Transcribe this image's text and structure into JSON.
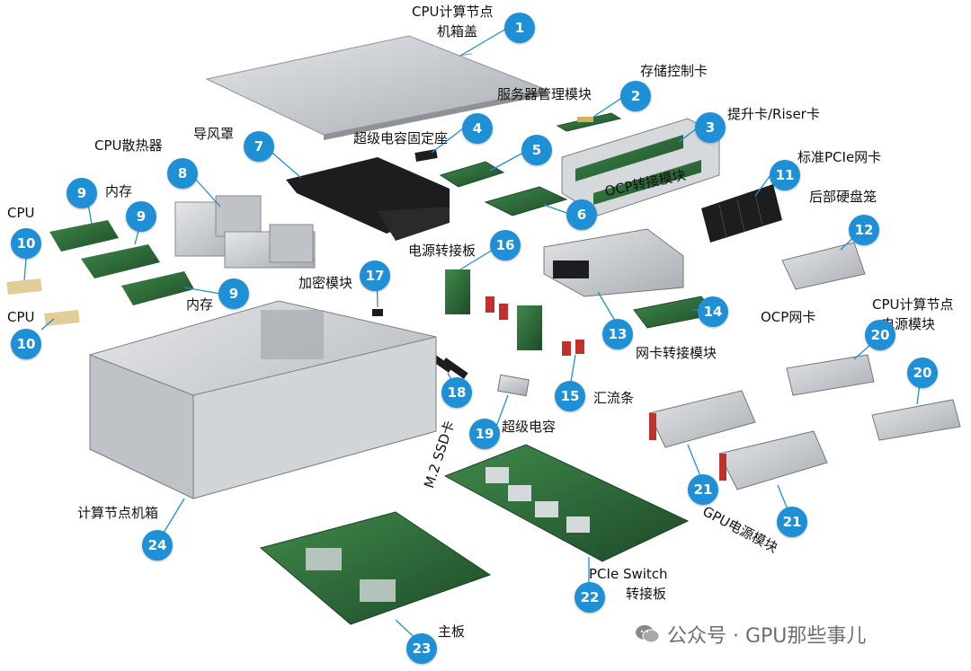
{
  "labels": {
    "cover": "CPU计算节点",
    "cover2": "机箱盖",
    "storage": "存储控制卡",
    "bmc": "服务器管理模块",
    "riser": "提升卡/Riser卡",
    "supercap_holder": "超级电容固定座",
    "heatsink": "CPU散热器",
    "airduct": "导风罩",
    "pcie_nic": "标准PCIe网卡",
    "rear_disk": "后部硬盘笼",
    "ocp_adapter": "OCP转接模块",
    "mem1": "内存",
    "mem2": "内存",
    "cpu1": "CPU",
    "cpu2": "CPU",
    "power_adapter": "电源转接板",
    "crypto": "加密模块",
    "ocp_nic": "OCP网卡",
    "cpu_psu": "CPU计算节点",
    "cpu_psu2": "电源模块",
    "nic_adapter": "网卡转接模块",
    "busbar": "汇流条",
    "supercap": "超级电容",
    "m2": "M.2 SSD卡",
    "chassis": "计算节点机箱",
    "gpu_psu": "GPU电源模块",
    "pcie_switch": "PCIe Switch",
    "pcie_switch2": "转接板",
    "mainboard": "主板",
    "watermark": "公众号 · GPU那些事儿"
  },
  "badges": [
    "1",
    "2",
    "3",
    "4",
    "5",
    "6",
    "7",
    "8",
    "9",
    "9",
    "9",
    "10",
    "10",
    "11",
    "12",
    "13",
    "14",
    "15",
    "16",
    "17",
    "18",
    "19",
    "20",
    "20",
    "21",
    "21",
    "22",
    "23",
    "24"
  ],
  "colors": {
    "badge": "#1f8fd6",
    "metal": "#c9ccd0",
    "pcb": "#2f6b3a",
    "black": "#1d1d1f",
    "red": "#c0312b"
  }
}
